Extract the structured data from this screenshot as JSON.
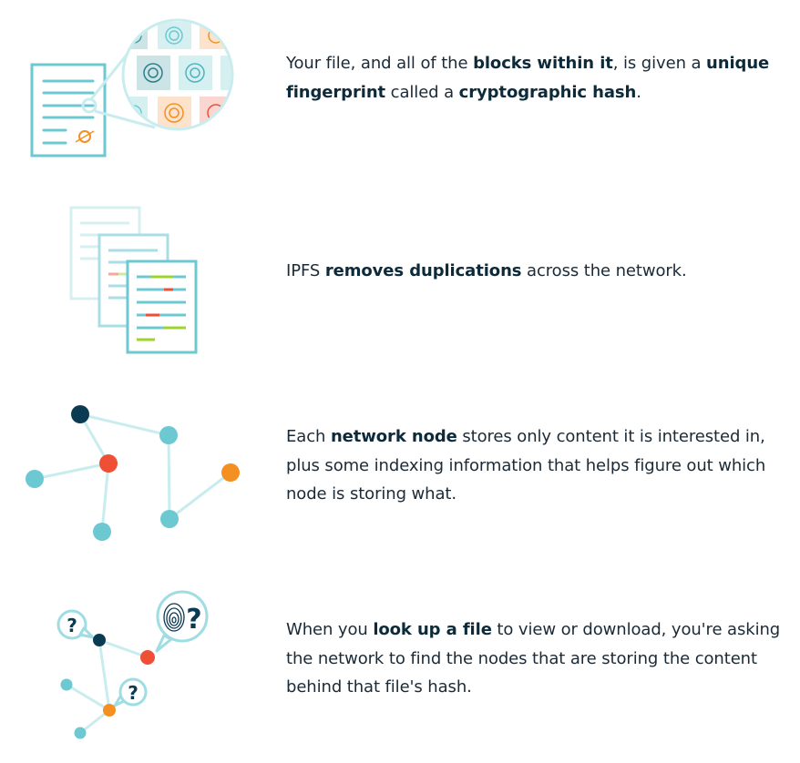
{
  "colors": {
    "teal": "#6cc8d1",
    "light_teal": "#c9ecef",
    "navy": "#0b3a53",
    "red": "#ef5035",
    "orange": "#f39021",
    "lime": "#9fd52a",
    "text": "#1b2a36"
  },
  "steps": [
    {
      "icon": "document-fingerprint-magnifier-icon",
      "segments": [
        "Your file, and all of the ",
        "blocks within it",
        ", is given a ",
        "unique fingerprint",
        " called a ",
        "cryptographic hash",
        "."
      ]
    },
    {
      "icon": "duplicate-documents-icon",
      "segments": [
        "IPFS ",
        "removes duplications",
        " across the network."
      ]
    },
    {
      "icon": "network-nodes-icon",
      "segments": [
        "Each ",
        "network node",
        " stores only content it is interested in, plus some indexing information that helps figure out which node is storing what."
      ]
    },
    {
      "icon": "network-lookup-icon",
      "segments": [
        "When you ",
        "look up a file",
        " to view or download, you're asking the network to find the nodes that are storing the content behind that file's hash."
      ]
    }
  ],
  "question_mark": "?"
}
